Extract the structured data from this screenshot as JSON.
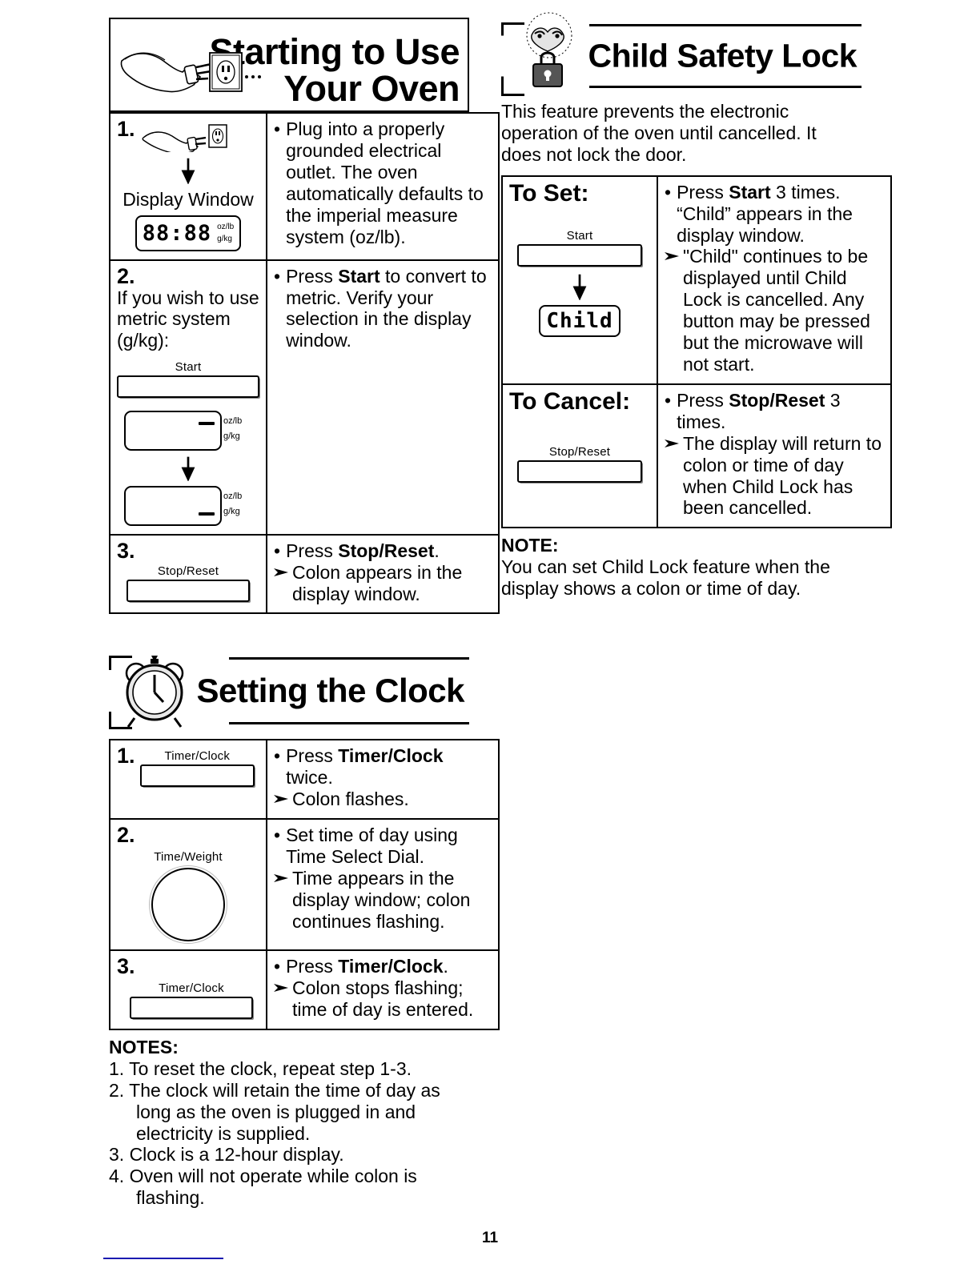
{
  "page": {
    "number": "11"
  },
  "sections": {
    "starting": {
      "title_line1": "Starting to Use",
      "title_line2": "Your Oven",
      "art": "plug-and-outlet-illustration",
      "steps": [
        {
          "num": "1.",
          "art": "plug-into-outlet-icon",
          "display_window_label": "Display Window",
          "display_value": "88:88",
          "unit_top": "oz/lb",
          "unit_bottom": "g/kg",
          "bullet": "Plug into a properly grounded electrical outlet.",
          "bullet2": "The oven automatically defaults to the imperial measure system (oz/lb)."
        },
        {
          "num": "2.",
          "sub": "If you wish to use metric system (g/kg):",
          "button_label": "Start",
          "display_before_unit_top": "oz/lb",
          "display_before_unit_bottom": "g/kg",
          "display_after_unit_top": "oz/lb",
          "display_after_unit_bottom": "g/kg",
          "bullet": "Press <b>Start</b> to convert to metric. Verify your selection in the display window."
        },
        {
          "num": "3.",
          "button_label": "Stop/Reset",
          "bullet": "Press <b>Stop/Reset</b>.",
          "sub_bullet": "Colon appears in the display window."
        }
      ]
    },
    "child_lock": {
      "title": "Child Safety Lock",
      "art": "child-face-and-padlock-illustration",
      "intro": "This feature prevents the electronic operation of the oven until cancelled. It does not lock the door.",
      "rows": [
        {
          "label": "To Set:",
          "button_label": "Start",
          "display_value": "Child",
          "bullet": "Press <b>Start</b> 3 times. “Child” appears in the display window.",
          "sub_bullet": "\"Child\" continues to be displayed until Child Lock is cancelled. Any button may be pressed but the microwave will not start."
        },
        {
          "label": "To Cancel:",
          "button_label": "Stop/Reset",
          "bullet": "Press <b>Stop/Reset</b> 3 times.",
          "sub_bullet": "The display will return to colon or time of day when Child Lock has been cancelled."
        }
      ],
      "note_head": "NOTE:",
      "note_body": "You can set Child Lock feature when the display shows a colon or time of day."
    },
    "clock": {
      "title": "Setting the Clock",
      "art": "alarm-clock-illustration",
      "steps": [
        {
          "num": "1.",
          "button_label": "Timer/Clock",
          "bullet": "Press <b>Timer/Clock</b> twice.",
          "sub_bullet": "Colon flashes."
        },
        {
          "num": "2.",
          "dial_label": "Time/Weight",
          "bullet": "Set time of day using Time Select Dial.",
          "sub_bullet": "Time appears in the display window; colon continues flashing."
        },
        {
          "num": "3.",
          "button_label": "Timer/Clock",
          "bullet": "Press <b>Timer/Clock</b>.",
          "sub_bullet": "Colon stops flashing; time of day is entered."
        }
      ],
      "notes_head": "NOTES:",
      "notes": [
        "1. To reset the clock, repeat step 1-3.",
        "2. The clock will retain the time of day as long as the oven is plugged in and electricity is supplied.",
        "3. Clock is a 12-hour display.",
        "4. Oven will not operate while colon is flashing."
      ]
    }
  },
  "colors": {
    "ink": "#000000",
    "rule_blue": "#1a1ab0"
  }
}
